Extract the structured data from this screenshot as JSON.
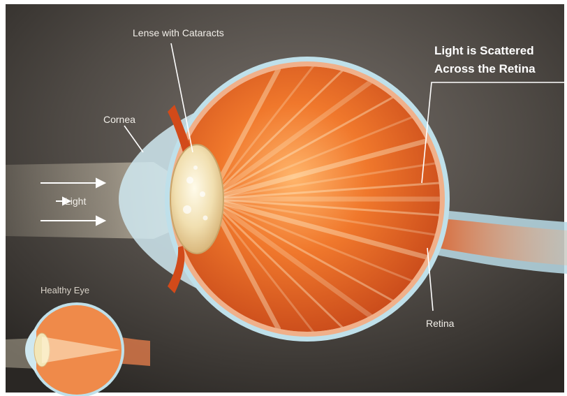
{
  "labels": {
    "lens": "Lense with Cataracts",
    "cornea": "Cornea",
    "light": "Light",
    "scattered_line1": "Light is Scattered",
    "scattered_line2": "Across the Retina",
    "retina": "Retina",
    "healthy_eye": "Healthy Eye"
  },
  "colors": {
    "background_center": "#6b6560",
    "background_edge": "#2b2825",
    "eye_orange": "#e8661f",
    "eye_dark": "#c24a16",
    "sclera_blue": "#bfe0ea",
    "lens_cloudy": "#f3e6b8",
    "light_beam": "#fff6df"
  }
}
